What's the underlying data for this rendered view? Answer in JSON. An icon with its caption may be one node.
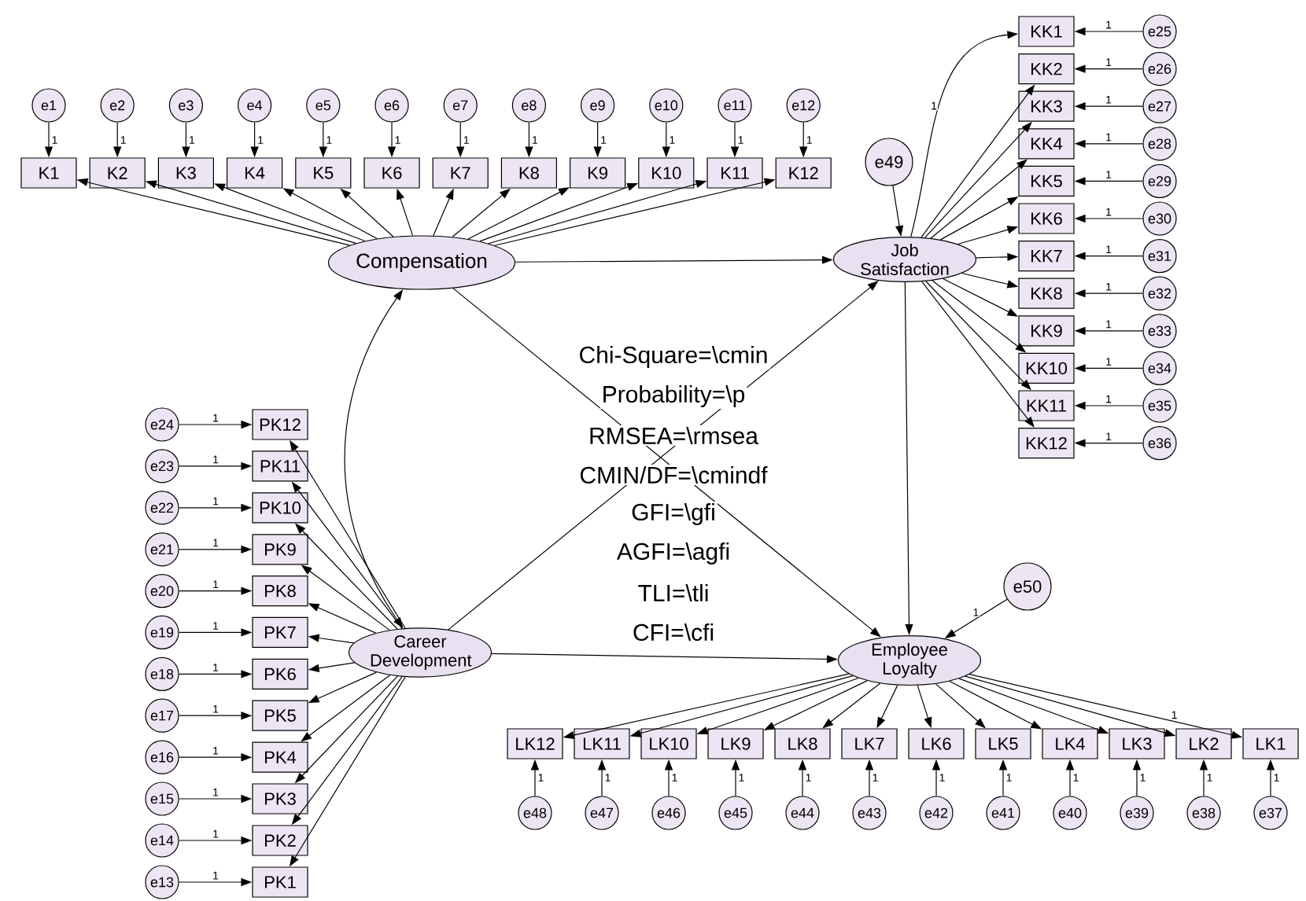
{
  "diagram": {
    "nodes": [
      {
        "text": [
          "Compensation"
        ]
      },
      {
        "text": [
          "Job Satisfaction"
        ]
      },
      {
        "text": [
          "Career Development"
        ]
      },
      {
        "text": [
          "Employee Loyalty"
        ]
      },
      {
        "text": [
          "e49"
        ]
      },
      {
        "text": [
          "e50"
        ]
      },
      {
        "text": [
          "K1"
        ]
      },
      {
        "text": [
          "K2"
        ]
      },
      {
        "text": [
          "K3"
        ]
      },
      {
        "text": [
          "K4"
        ]
      },
      {
        "text": [
          "K5"
        ]
      },
      {
        "text": [
          "K6"
        ]
      },
      {
        "text": [
          "K7"
        ]
      },
      {
        "text": [
          "K8"
        ]
      },
      {
        "text": [
          "K9"
        ]
      },
      {
        "text": [
          "K10"
        ]
      },
      {
        "text": [
          "K11"
        ]
      },
      {
        "text": [
          "K12"
        ]
      },
      {
        "text": [
          "e1"
        ]
      },
      {
        "text": [
          "e2"
        ]
      },
      {
        "text": [
          "e3"
        ]
      },
      {
        "text": [
          "e4"
        ]
      },
      {
        "text": [
          "e5"
        ]
      },
      {
        "text": [
          "e6"
        ]
      },
      {
        "text": [
          "e7"
        ]
      },
      {
        "text": [
          "e8"
        ]
      },
      {
        "text": [
          "e9"
        ]
      },
      {
        "text": [
          "e10"
        ]
      },
      {
        "text": [
          "e11"
        ]
      },
      {
        "text": [
          "e12"
        ]
      },
      {
        "text": [
          "KK1"
        ]
      },
      {
        "text": [
          "KK2"
        ]
      },
      {
        "text": [
          "KK3"
        ]
      },
      {
        "text": [
          "KK4"
        ]
      },
      {
        "text": [
          "KK5"
        ]
      },
      {
        "text": [
          "KK6"
        ]
      },
      {
        "text": [
          "KK7"
        ]
      },
      {
        "text": [
          "KK8"
        ]
      },
      {
        "text": [
          "KK9"
        ]
      },
      {
        "text": [
          "KK10"
        ]
      },
      {
        "text": [
          "KK11"
        ]
      },
      {
        "text": [
          "KK12"
        ]
      },
      {
        "text": [
          "e25"
        ]
      },
      {
        "text": [
          "e26"
        ]
      },
      {
        "text": [
          "e27"
        ]
      },
      {
        "text": [
          "e28"
        ]
      },
      {
        "text": [
          "e29"
        ]
      },
      {
        "text": [
          "e30"
        ]
      },
      {
        "text": [
          "e31"
        ]
      },
      {
        "text": [
          "e32"
        ]
      },
      {
        "text": [
          "e33"
        ]
      },
      {
        "text": [
          "e34"
        ]
      },
      {
        "text": [
          "e35"
        ]
      },
      {
        "text": [
          "e36"
        ]
      },
      {
        "text": [
          "PK12"
        ]
      },
      {
        "text": [
          "PK11"
        ]
      },
      {
        "text": [
          "PK10"
        ]
      },
      {
        "text": [
          "PK9"
        ]
      },
      {
        "text": [
          "PK8"
        ]
      },
      {
        "text": [
          "PK7"
        ]
      },
      {
        "text": [
          "PK6"
        ]
      },
      {
        "text": [
          "PK5"
        ]
      },
      {
        "text": [
          "PK4"
        ]
      },
      {
        "text": [
          "PK3"
        ]
      },
      {
        "text": [
          "PK2"
        ]
      },
      {
        "text": [
          "PK1"
        ]
      },
      {
        "text": [
          "e24"
        ]
      },
      {
        "text": [
          "e23"
        ]
      },
      {
        "text": [
          "e22"
        ]
      },
      {
        "text": [
          "e21"
        ]
      },
      {
        "text": [
          "e20"
        ]
      },
      {
        "text": [
          "e19"
        ]
      },
      {
        "text": [
          "e18"
        ]
      },
      {
        "text": [
          "e17"
        ]
      },
      {
        "text": [
          "e16"
        ]
      },
      {
        "text": [
          "e15"
        ]
      },
      {
        "text": [
          "e14"
        ]
      },
      {
        "text": [
          "e13"
        ]
      },
      {
        "text": [
          "LK12"
        ]
      },
      {
        "text": [
          "LK11"
        ]
      },
      {
        "text": [
          "LK10"
        ]
      },
      {
        "text": [
          "LK9"
        ]
      },
      {
        "text": [
          "LK8"
        ]
      },
      {
        "text": [
          "LK7"
        ]
      },
      {
        "text": [
          "LK6"
        ]
      },
      {
        "text": [
          "LK5"
        ]
      },
      {
        "text": [
          "LK4"
        ]
      },
      {
        "text": [
          "LK3"
        ]
      },
      {
        "text": [
          "LK2"
        ]
      },
      {
        "text": [
          "LK1"
        ]
      },
      {
        "text": [
          "e48"
        ]
      },
      {
        "text": [
          "e47"
        ]
      },
      {
        "text": [
          "e46"
        ]
      },
      {
        "text": [
          "e45"
        ]
      },
      {
        "text": [
          "e44"
        ]
      },
      {
        "text": [
          "e43"
        ]
      },
      {
        "text": [
          "e42"
        ]
      },
      {
        "text": [
          "e41"
        ]
      },
      {
        "text": [
          "e40"
        ]
      },
      {
        "text": [
          "e39"
        ]
      },
      {
        "text": [
          "e38"
        ]
      },
      {
        "text": [
          "e37"
        ]
      }
    ],
    "edges": [
      {
        "from": 0,
        "to": 6,
        "arrow": "to"
      },
      {
        "from": 0,
        "to": 7,
        "arrow": "to"
      },
      {
        "from": 0,
        "to": 8,
        "arrow": "to"
      },
      {
        "from": 0,
        "to": 9,
        "arrow": "to"
      },
      {
        "from": 0,
        "to": 10,
        "arrow": "to"
      },
      {
        "from": 0,
        "to": 11,
        "arrow": "to"
      },
      {
        "from": 0,
        "to": 12,
        "arrow": "to"
      },
      {
        "from": 0,
        "to": 13,
        "arrow": "to"
      },
      {
        "from": 0,
        "to": 14,
        "arrow": "to"
      },
      {
        "from": 0,
        "to": 15,
        "arrow": "to"
      },
      {
        "from": 0,
        "to": 16,
        "arrow": "to"
      },
      {
        "from": 0,
        "to": 17,
        "arrow": "to"
      },
      {
        "from": 18,
        "to": 6,
        "arrow": "to",
        "label": "1"
      },
      {
        "from": 19,
        "to": 7,
        "arrow": "to",
        "label": "1"
      },
      {
        "from": 20,
        "to": 8,
        "arrow": "to",
        "label": "1"
      },
      {
        "from": 21,
        "to": 9,
        "arrow": "to",
        "label": "1"
      },
      {
        "from": 22,
        "to": 10,
        "arrow": "to",
        "label": "1"
      },
      {
        "from": 23,
        "to": 11,
        "arrow": "to",
        "label": "1"
      },
      {
        "from": 24,
        "to": 12,
        "arrow": "to",
        "label": "1"
      },
      {
        "from": 25,
        "to": 13,
        "arrow": "to",
        "label": "1"
      },
      {
        "from": 26,
        "to": 14,
        "arrow": "to",
        "label": "1"
      },
      {
        "from": 27,
        "to": 15,
        "arrow": "to",
        "label": "1"
      },
      {
        "from": 28,
        "to": 16,
        "arrow": "to",
        "label": "1"
      },
      {
        "from": 29,
        "to": 17,
        "arrow": "to",
        "label": "1"
      },
      {
        "from": 1,
        "to": 30,
        "arrow": "to",
        "label": "1"
      },
      {
        "from": 1,
        "to": 31,
        "arrow": "to"
      },
      {
        "from": 1,
        "to": 32,
        "arrow": "to"
      },
      {
        "from": 1,
        "to": 33,
        "arrow": "to"
      },
      {
        "from": 1,
        "to": 34,
        "arrow": "to"
      },
      {
        "from": 1,
        "to": 35,
        "arrow": "to"
      },
      {
        "from": 1,
        "to": 36,
        "arrow": "to"
      },
      {
        "from": 1,
        "to": 37,
        "arrow": "to"
      },
      {
        "from": 1,
        "to": 38,
        "arrow": "to"
      },
      {
        "from": 1,
        "to": 39,
        "arrow": "to"
      },
      {
        "from": 1,
        "to": 40,
        "arrow": "to"
      },
      {
        "from": 1,
        "to": 41,
        "arrow": "to"
      },
      {
        "from": 42,
        "to": 30,
        "arrow": "to",
        "label": "1"
      },
      {
        "from": 43,
        "to": 31,
        "arrow": "to",
        "label": "1"
      },
      {
        "from": 44,
        "to": 32,
        "arrow": "to",
        "label": "1"
      },
      {
        "from": 45,
        "to": 33,
        "arrow": "to",
        "label": "1"
      },
      {
        "from": 46,
        "to": 34,
        "arrow": "to",
        "label": "1"
      },
      {
        "from": 47,
        "to": 35,
        "arrow": "to",
        "label": "1"
      },
      {
        "from": 48,
        "to": 36,
        "arrow": "to",
        "label": "1"
      },
      {
        "from": 49,
        "to": 37,
        "arrow": "to",
        "label": "1"
      },
      {
        "from": 50,
        "to": 38,
        "arrow": "to",
        "label": "1"
      },
      {
        "from": 51,
        "to": 39,
        "arrow": "to",
        "label": "1"
      },
      {
        "from": 52,
        "to": 40,
        "arrow": "to",
        "label": "1"
      },
      {
        "from": 53,
        "to": 41,
        "arrow": "to",
        "label": "1"
      },
      {
        "from": 2,
        "to": 54,
        "arrow": "to"
      },
      {
        "from": 2,
        "to": 55,
        "arrow": "to"
      },
      {
        "from": 2,
        "to": 56,
        "arrow": "to"
      },
      {
        "from": 2,
        "to": 57,
        "arrow": "to"
      },
      {
        "from": 2,
        "to": 58,
        "arrow": "to"
      },
      {
        "from": 2,
        "to": 59,
        "arrow": "to"
      },
      {
        "from": 2,
        "to": 60,
        "arrow": "to"
      },
      {
        "from": 2,
        "to": 61,
        "arrow": "to"
      },
      {
        "from": 2,
        "to": 62,
        "arrow": "to"
      },
      {
        "from": 2,
        "to": 63,
        "arrow": "to"
      },
      {
        "from": 2,
        "to": 64,
        "arrow": "to"
      },
      {
        "from": 2,
        "to": 65,
        "arrow": "to"
      },
      {
        "from": 66,
        "to": 54,
        "arrow": "to",
        "label": "1"
      },
      {
        "from": 67,
        "to": 55,
        "arrow": "to",
        "label": "1"
      },
      {
        "from": 68,
        "to": 56,
        "arrow": "to",
        "label": "1"
      },
      {
        "from": 69,
        "to": 57,
        "arrow": "to",
        "label": "1"
      },
      {
        "from": 70,
        "to": 58,
        "arrow": "to",
        "label": "1"
      },
      {
        "from": 71,
        "to": 59,
        "arrow": "to",
        "label": "1"
      },
      {
        "from": 72,
        "to": 60,
        "arrow": "to",
        "label": "1"
      },
      {
        "from": 73,
        "to": 61,
        "arrow": "to",
        "label": "1"
      },
      {
        "from": 74,
        "to": 62,
        "arrow": "to",
        "label": "1"
      },
      {
        "from": 75,
        "to": 63,
        "arrow": "to",
        "label": "1"
      },
      {
        "from": 76,
        "to": 64,
        "arrow": "to",
        "label": "1"
      },
      {
        "from": 77,
        "to": 65,
        "arrow": "to",
        "label": "1"
      },
      {
        "from": 3,
        "to": 78,
        "arrow": "to"
      },
      {
        "from": 3,
        "to": 79,
        "arrow": "to"
      },
      {
        "from": 3,
        "to": 80,
        "arrow": "to"
      },
      {
        "from": 3,
        "to": 81,
        "arrow": "to"
      },
      {
        "from": 3,
        "to": 82,
        "arrow": "to"
      },
      {
        "from": 3,
        "to": 83,
        "arrow": "to"
      },
      {
        "from": 3,
        "to": 84,
        "arrow": "to"
      },
      {
        "from": 3,
        "to": 85,
        "arrow": "to"
      },
      {
        "from": 3,
        "to": 86,
        "arrow": "to"
      },
      {
        "from": 3,
        "to": 87,
        "arrow": "to"
      },
      {
        "from": 3,
        "to": 88,
        "arrow": "to"
      },
      {
        "from": 3,
        "to": 89,
        "arrow": "to",
        "label": "1"
      },
      {
        "from": 90,
        "to": 78,
        "arrow": "to",
        "label": "1"
      },
      {
        "from": 91,
        "to": 79,
        "arrow": "to",
        "label": "1"
      },
      {
        "from": 92,
        "to": 80,
        "arrow": "to",
        "label": "1"
      },
      {
        "from": 93,
        "to": 81,
        "arrow": "to",
        "label": "1"
      },
      {
        "from": 94,
        "to": 82,
        "arrow": "to",
        "label": "1"
      },
      {
        "from": 95,
        "to": 83,
        "arrow": "to",
        "label": "1"
      },
      {
        "from": 96,
        "to": 84,
        "arrow": "to",
        "label": "1"
      },
      {
        "from": 97,
        "to": 85,
        "arrow": "to",
        "label": "1"
      },
      {
        "from": 98,
        "to": 86,
        "arrow": "to",
        "label": "1"
      },
      {
        "from": 99,
        "to": 87,
        "arrow": "to",
        "label": "1"
      },
      {
        "from": 100,
        "to": 88,
        "arrow": "to",
        "label": "1"
      },
      {
        "from": 101,
        "to": 89,
        "arrow": "to",
        "label": "1"
      },
      {
        "from": 4,
        "to": 1,
        "arrow": "to"
      },
      {
        "from": 5,
        "to": 3,
        "arrow": "to",
        "label": "1"
      },
      {
        "from": 0,
        "to": 1,
        "arrow": "to"
      },
      {
        "from": 0,
        "to": 3,
        "arrow": "to"
      },
      {
        "from": 2,
        "to": 1,
        "arrow": "to"
      },
      {
        "from": 2,
        "to": 3,
        "arrow": "to"
      },
      {
        "from": 1,
        "to": 3,
        "arrow": "to"
      },
      {
        "from": 0,
        "to": 2,
        "arrow": "both"
      }
    ],
    "labels": [
      "Chi-Square=\\cmin",
      "Probability=\\p",
      "RMSEA=\\rmsea",
      "CMIN/DF=\\cmindf",
      "GFI=\\gfi",
      "AGFI=\\agfi",
      "TLI=\\tli",
      "CFI=\\cfi"
    ]
  }
}
